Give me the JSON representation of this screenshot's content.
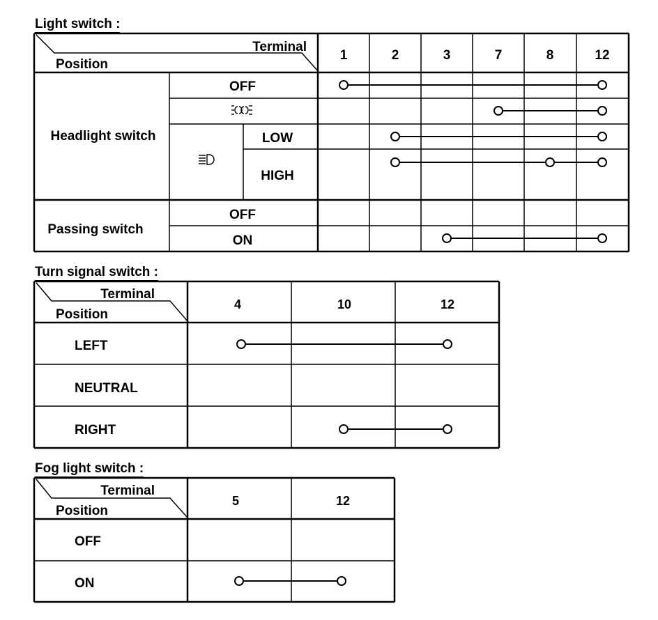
{
  "light_switch": {
    "title": "Light switch :",
    "header": {
      "terminal": "Terminal",
      "position": "Position"
    },
    "terminals": [
      "1",
      "2",
      "3",
      "7",
      "8",
      "12"
    ],
    "headlight_label": "Headlight switch",
    "passing_label": "Passing switch",
    "positions": {
      "off": "OFF",
      "low": "LOW",
      "high": "HIGH",
      "passing_off": "OFF",
      "passing_on": "ON"
    },
    "icons": {
      "parking": "parking-light-icon",
      "headlight": "headlight-beam-icon"
    },
    "connections": {
      "off": [
        "1",
        "12"
      ],
      "parking": [
        "7",
        "12"
      ],
      "low": [
        "2",
        "12"
      ],
      "high": [
        "2",
        "8",
        "12"
      ],
      "passing_off": [],
      "passing_on": [
        "3",
        "12"
      ]
    }
  },
  "turn_signal": {
    "title": "Turn signal switch :",
    "header": {
      "terminal": "Terminal",
      "position": "Position"
    },
    "terminals": [
      "4",
      "10",
      "12"
    ],
    "positions": [
      "LEFT",
      "NEUTRAL",
      "RIGHT"
    ],
    "connections": {
      "LEFT": [
        "4",
        "12"
      ],
      "NEUTRAL": [],
      "RIGHT": [
        "10",
        "12"
      ]
    }
  },
  "fog_light": {
    "title": "Fog light switch :",
    "header": {
      "terminal": "Terminal",
      "position": "Position"
    },
    "terminals": [
      "5",
      "12"
    ],
    "positions": [
      "OFF",
      "ON"
    ],
    "connections": {
      "OFF": [],
      "ON": [
        "5",
        "12"
      ]
    }
  }
}
